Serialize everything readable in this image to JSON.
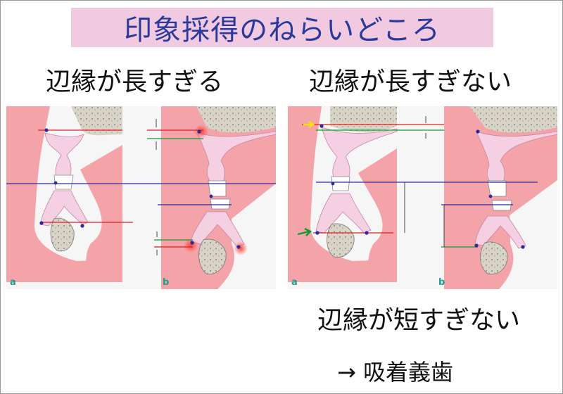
{
  "title": "印象採得のねらいどころ",
  "left_heading": "辺縁が長すぎる",
  "right_heading": "辺縁が長すぎない",
  "bottom_heading": "辺縁が短すぎない",
  "conclusion": "→ 吸着義歯",
  "figure_left": {
    "panel_a_label": "a",
    "panel_b_label": "b"
  },
  "figure_right": {
    "panel_a_label": "a",
    "panel_b_label": "b"
  },
  "colors": {
    "title_bg": "#f1c9e0",
    "title_text": "#2a3a9a",
    "mucosa": "#f4a3a8",
    "tissue_pink": "#f5cfe2",
    "bone": "#d6d3c6",
    "red_line": "#e02020",
    "blue_line": "#2a2a9a",
    "green_line": "#119a2e",
    "yellow_arrow": "#f2e010",
    "letter": "#1e9e8e"
  }
}
